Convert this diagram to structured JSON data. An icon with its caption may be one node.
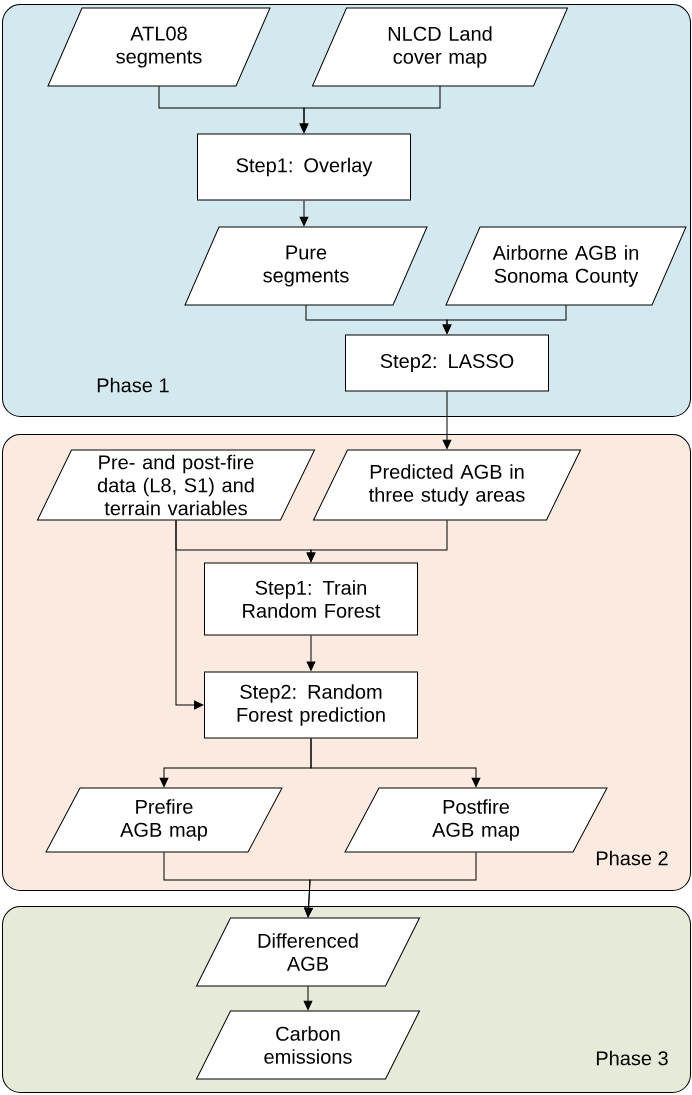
{
  "diagram": {
    "nodes": [
      {
        "text": [
          "Phase 1"
        ]
      },
      {
        "text": [
          "ATL08 segments"
        ],
        "in": 0
      },
      {
        "text": [
          "NLCD Land cover map"
        ],
        "in": 0
      },
      {
        "text": [
          "Step1: Overlay"
        ],
        "in": 0
      },
      {
        "text": [
          "Pure segments"
        ],
        "in": 0
      },
      {
        "text": [
          "Airborne AGB in Sonoma County"
        ],
        "in": 0
      },
      {
        "text": [
          "Step2: LASSO"
        ],
        "in": 0
      },
      {
        "text": [
          "Phase 2"
        ]
      },
      {
        "text": [
          "Pre- and post-fire data (L8, S1) and terrain variables"
        ],
        "in": 7
      },
      {
        "text": [
          "Predicted AGB in three study areas"
        ],
        "in": 7
      },
      {
        "text": [
          "Step1: Train Random Forest"
        ],
        "in": 7
      },
      {
        "text": [
          "Step2:  Random Forest prediction"
        ],
        "in": 7
      },
      {
        "text": [
          "Prefire AGB map"
        ],
        "in": 7
      },
      {
        "text": [
          "Postfire AGB map"
        ],
        "in": 7
      },
      {
        "text": [
          "Phase 3"
        ]
      },
      {
        "text": [
          "Differenced AGB"
        ],
        "in": 14
      },
      {
        "text": [
          "Carbon emissions"
        ],
        "in": 14
      }
    ],
    "edges": [
      {
        "from": 1,
        "to": 3,
        "arrow": "to"
      },
      {
        "from": 2,
        "to": 3,
        "arrow": "to"
      },
      {
        "from": 3,
        "to": 4,
        "arrow": "to"
      },
      {
        "from": 4,
        "to": 6,
        "arrow": "to"
      },
      {
        "from": 5,
        "to": 6,
        "arrow": "to"
      },
      {
        "from": 6,
        "to": 9,
        "arrow": "to"
      },
      {
        "from": 8,
        "to": 10,
        "arrow": "to"
      },
      {
        "from": 9,
        "to": 10,
        "arrow": "to"
      },
      {
        "from": 8,
        "to": 11,
        "arrow": "to"
      },
      {
        "from": 10,
        "to": 11,
        "arrow": "to"
      },
      {
        "from": 11,
        "to": 12,
        "arrow": "to"
      },
      {
        "from": 11,
        "to": 13,
        "arrow": "to"
      },
      {
        "from": 12,
        "to": 15,
        "arrow": "to"
      },
      {
        "from": 13,
        "to": 15,
        "arrow": "to"
      },
      {
        "from": 15,
        "to": 16,
        "arrow": "to"
      }
    ]
  }
}
